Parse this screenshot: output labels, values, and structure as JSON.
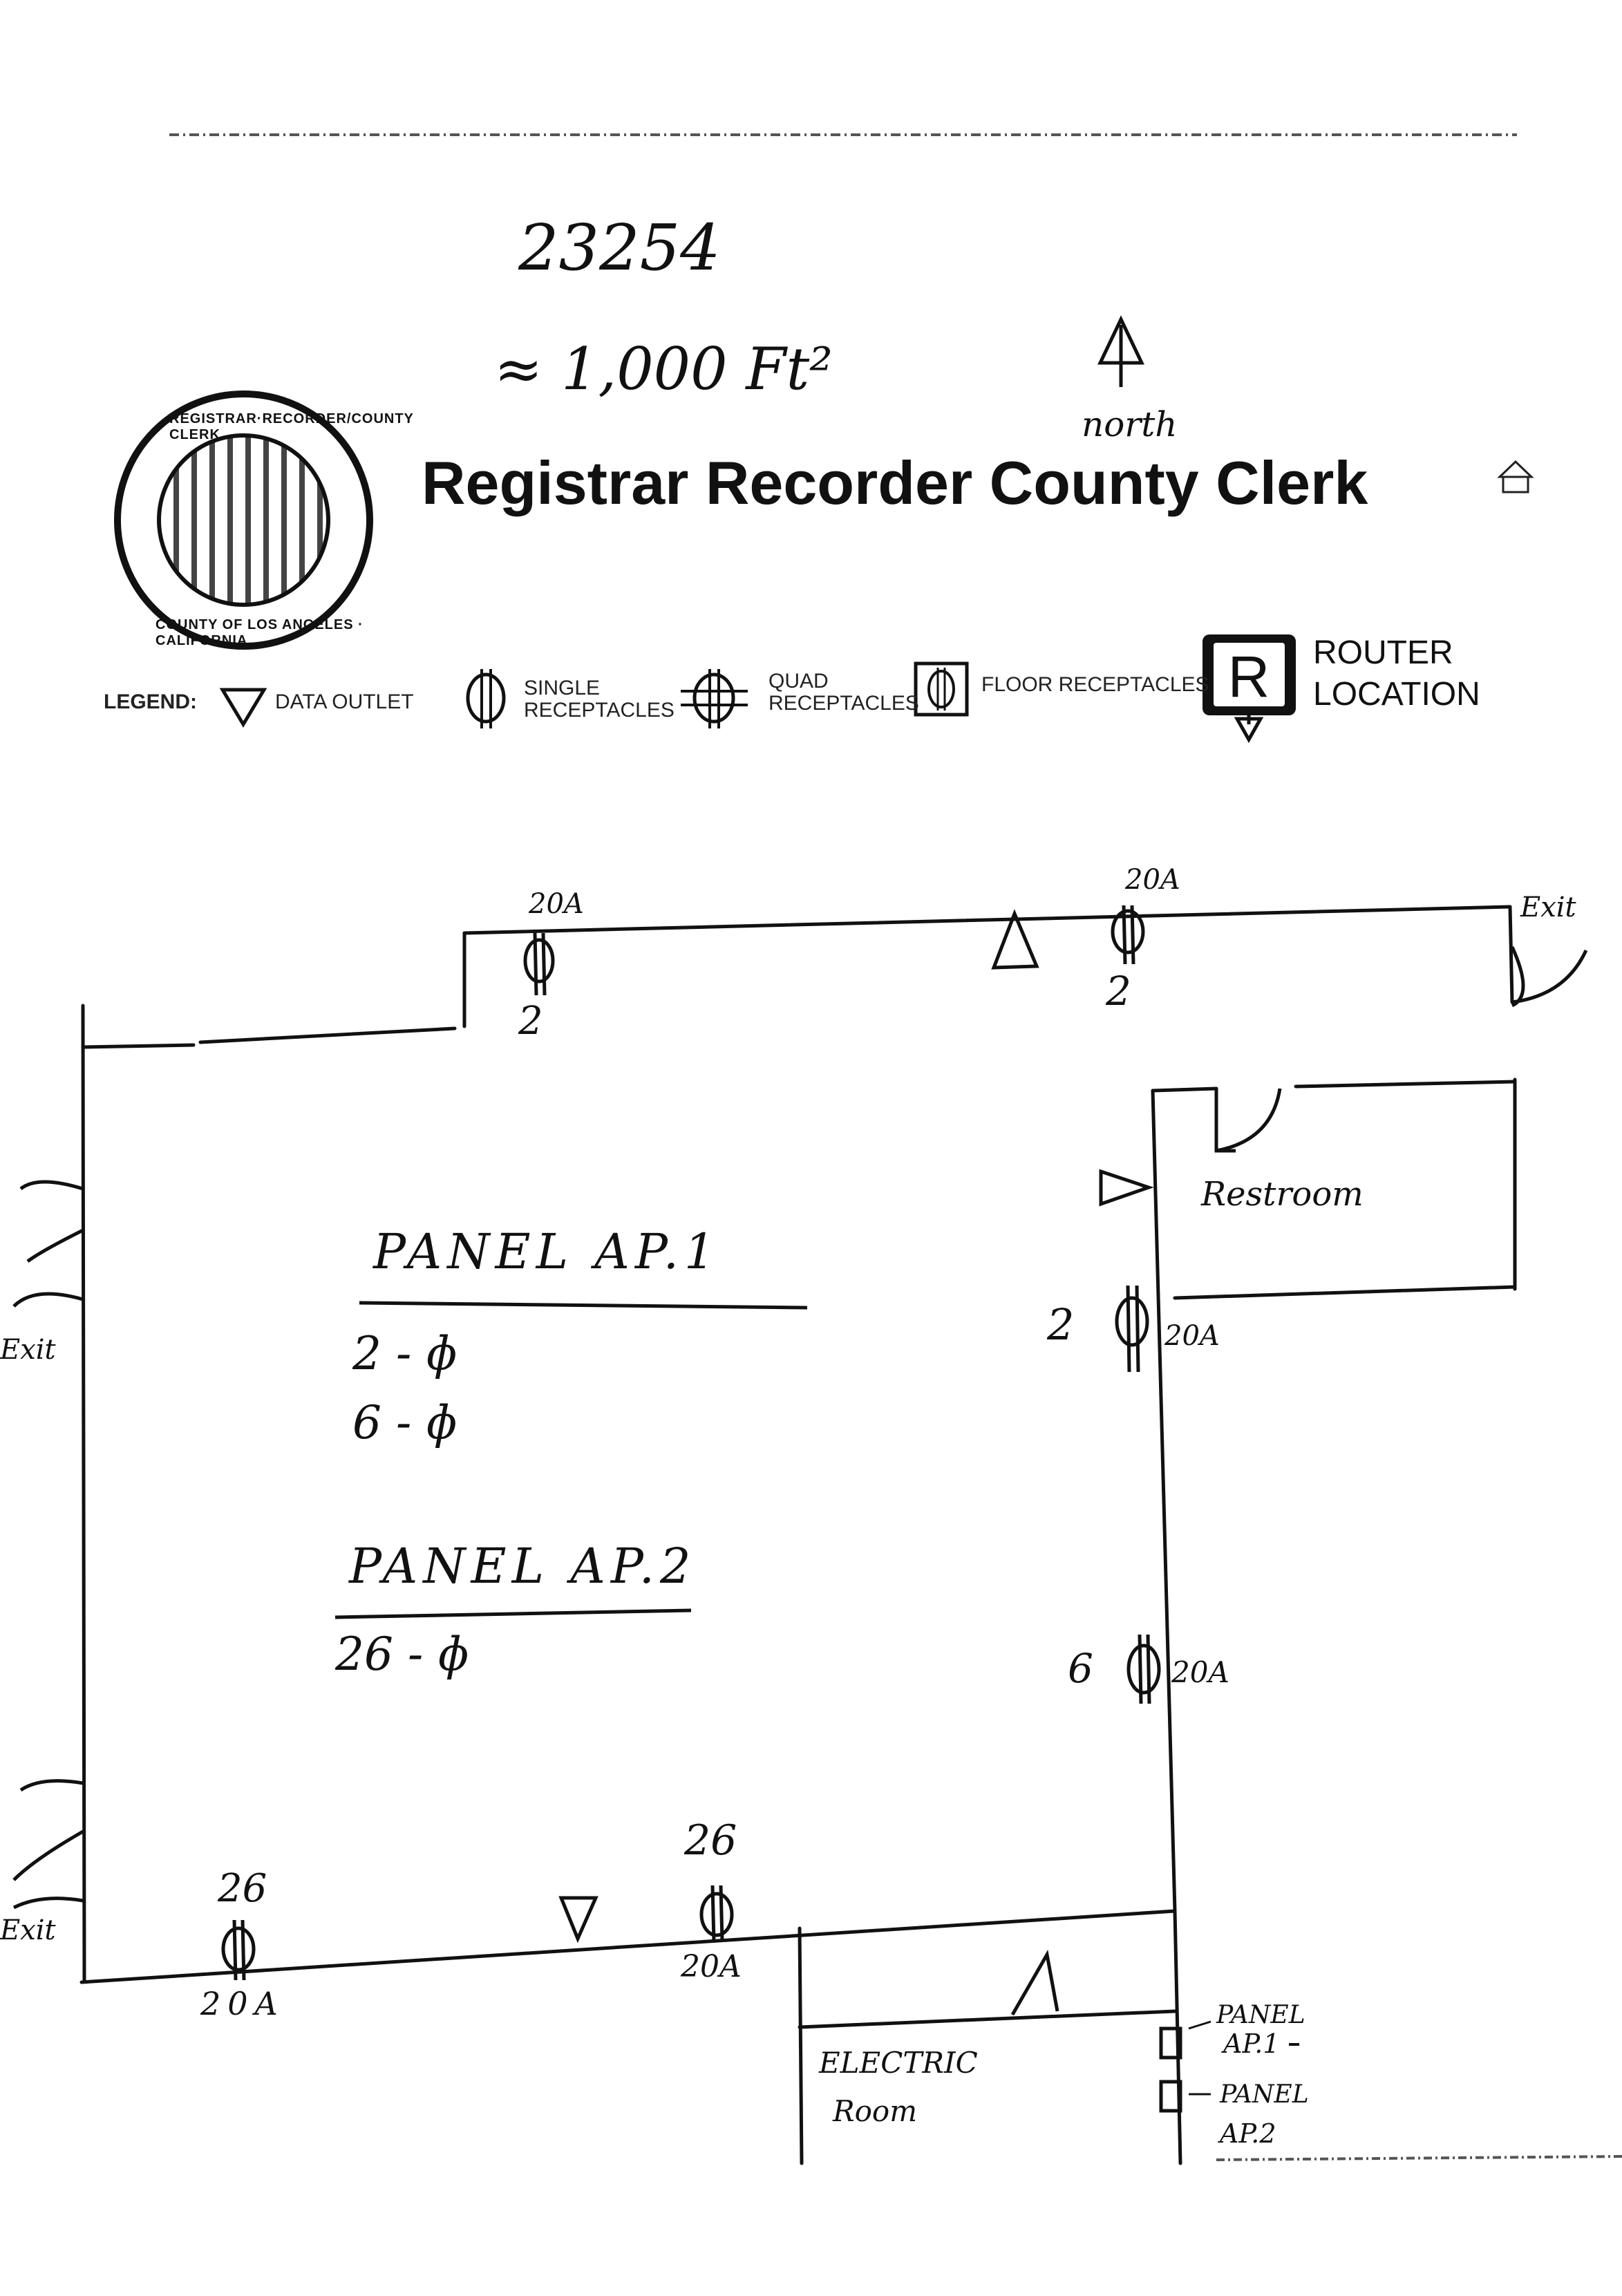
{
  "header": {
    "job_number": "23254",
    "area": "≈ 1,000 Ft²",
    "north_label": "north",
    "title": "Registrar Recorder County Clerk",
    "seal_top_text": "REGISTRAR·RECORDER/COUNTY CLERK",
    "seal_bottom_text": "COUNTY OF LOS ANGELES · CALIFORNIA"
  },
  "legend": {
    "label": "LEGEND:",
    "items": [
      {
        "icon": "data-outlet-icon",
        "text": "DATA OUTLET"
      },
      {
        "icon": "single-receptacle-icon",
        "text": "SINGLE RECEPTACLES"
      },
      {
        "icon": "quad-receptacle-icon",
        "text": "QUAD RECEPTACLES"
      },
      {
        "icon": "floor-receptacle-icon",
        "text": "FLOOR RECEPTACLES"
      },
      {
        "icon": "router-icon",
        "text": "ROUTER LOCATION"
      }
    ]
  },
  "plan": {
    "receptacles": {
      "top_left_amp": "20A",
      "top_left_circuit": "2",
      "top_right_amp": "20A",
      "top_right_circuit": "2",
      "east_upper_circuit": "2",
      "east_upper_amp": "20A",
      "east_lower_circuit": "6",
      "east_lower_amp": "20A",
      "south_left_circuit": "26",
      "south_left_amp": "20A",
      "south_mid_circuit": "26",
      "south_mid_amp": "20A"
    },
    "rooms": {
      "restroom": "Restroom",
      "electric_room_line1": "ELECTRIC",
      "electric_room_line2": "Room"
    },
    "exits": {
      "northeast": "Exit",
      "west_upper": "Exit",
      "west_lower": "Exit"
    },
    "panels": {
      "ap1_heading": "PANEL AP.1",
      "ap1_line1": "2 - ɸ",
      "ap1_line2": "6 - ɸ",
      "ap2_heading": "PANEL AP.2",
      "ap2_line1": "26 - ɸ",
      "ap1_callout_line1": "PANEL",
      "ap1_callout_line2": "AP.1",
      "ap2_callout_line1": "PANEL",
      "ap2_callout_line2": "AP.2"
    }
  }
}
